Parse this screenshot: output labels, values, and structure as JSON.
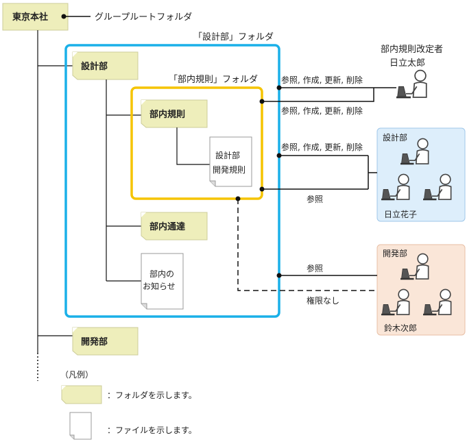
{
  "root": {
    "label": "東京本社",
    "note": "グループルートフォルダ"
  },
  "design_folder_title": "「設計部」フォルダ",
  "rules_folder_title": "「部内規則」フォルダ",
  "folders": {
    "design": "設計部",
    "rules": "部内規則",
    "notices": "部内通達",
    "development": "開発部"
  },
  "files": {
    "design_rules": [
      "設計部",
      "開発規則"
    ],
    "notice": [
      "部内の",
      "お知らせ"
    ]
  },
  "rule_editor": {
    "title": [
      "部内規則改定者",
      "日立太郎"
    ]
  },
  "permissions": {
    "editor_on_design": "参照, 作成, 更新, 削除",
    "editor_on_rules": "参照, 作成, 更新, 削除",
    "design_on_design": "参照, 作成, 更新, 削除",
    "design_on_rules": "参照",
    "dev_on_design": "参照",
    "dev_on_rules": "権限なし"
  },
  "groups": {
    "design": {
      "name": "設計部",
      "member": "日立花子",
      "color": "#ddeefb"
    },
    "development": {
      "name": "開発部",
      "member": "鈴木次郎",
      "color": "#fae6d8"
    }
  },
  "legend": {
    "title": "（凡例）",
    "folder": "：フォルダを示します。",
    "file": "：ファイルを示します。"
  },
  "colors": {
    "folder_fill": "#eeeebb",
    "design_box": "#1ab0e8",
    "rules_box": "#f5c400"
  }
}
